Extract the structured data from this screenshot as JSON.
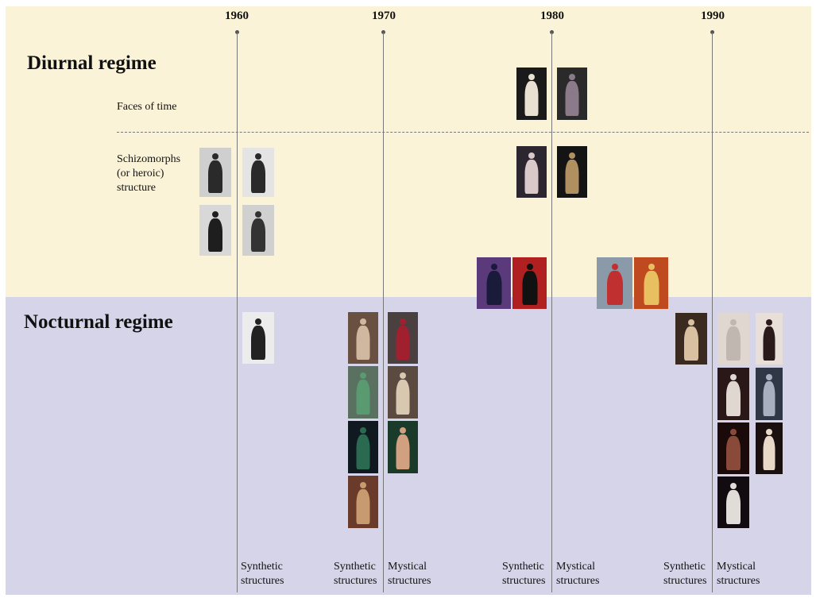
{
  "timeline": {
    "years": [
      "1960",
      "1970",
      "1980",
      "1990"
    ]
  },
  "regimes": {
    "diurnal": "Diurnal regime",
    "nocturnal": "Nocturnal regime"
  },
  "rows": {
    "faces_of_time": "Faces of time",
    "schizomorphs_line1": "Schizomorphs",
    "schizomorphs_line2": "(or heroic)",
    "schizomorphs_line3": "structure"
  },
  "structures": [
    {
      "line1": "Synthetic",
      "line2": "structures"
    },
    {
      "line1": "Synthetic",
      "line2": "structures"
    },
    {
      "line1": "Mystical",
      "line2": "structures"
    },
    {
      "line1": "Synthetic",
      "line2": "structures"
    },
    {
      "line1": "Mystical",
      "line2": "structures"
    },
    {
      "line1": "Synthetic",
      "line2": "structures"
    },
    {
      "line1": "Mystical",
      "line2": "structures"
    }
  ],
  "colors": {
    "diurnal_band": "#fbf3d8",
    "nocturnal_band": "#d5d4e9",
    "timeline_line": "#777777"
  }
}
